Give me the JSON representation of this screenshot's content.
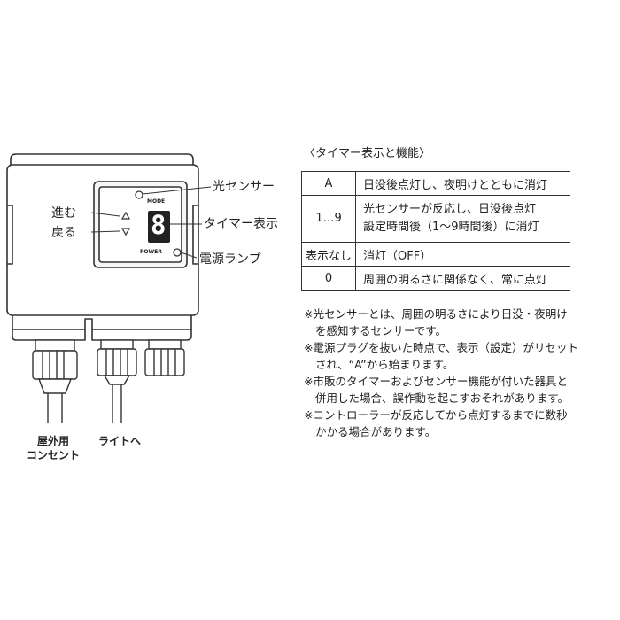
{
  "device": {
    "labels": {
      "forward": "進む",
      "back": "戻る",
      "light_sensor": "光センサー",
      "timer_display": "タイマー表示",
      "power_lamp": "電源ランプ",
      "mode": "MODE",
      "power": "POWER",
      "display_digit": "8."
    },
    "cables": {
      "outlet_line1": "屋外用",
      "outlet_line2": "コンセント",
      "to_light": "ライトへ"
    },
    "colors": {
      "outline": "#333333",
      "panel": "#f2f2f2"
    }
  },
  "table": {
    "title": "〈タイマー表示と機能〉",
    "rows": [
      {
        "key": "A",
        "lines": [
          "日没後点灯し、夜明けとともに消灯"
        ]
      },
      {
        "key": "1…9",
        "lines": [
          "光センサーが反応し、日没後点灯",
          "設定時間後（1〜9時間後）に消灯"
        ]
      },
      {
        "key": "表示なし",
        "lines": [
          "消灯（OFF）"
        ]
      },
      {
        "key": "0",
        "lines": [
          "周囲の明るさに関係なく、常に点灯"
        ]
      }
    ]
  },
  "notes": [
    {
      "lines": [
        "※光センサーとは、周囲の明るさにより日没・夜明け",
        "を感知するセンサーです。"
      ]
    },
    {
      "lines": [
        "※電源プラグを抜いた時点で、表示（設定）がリセット",
        "され、“A”から始まります。"
      ]
    },
    {
      "lines": [
        "※市販のタイマーおよびセンサー機能が付いた器具と",
        "併用した場合、誤作動を起こすおそれがあります。"
      ]
    },
    {
      "lines": [
        "※コントローラーが反応してから点灯するまでに数秒",
        "かかる場合があります。"
      ]
    }
  ]
}
